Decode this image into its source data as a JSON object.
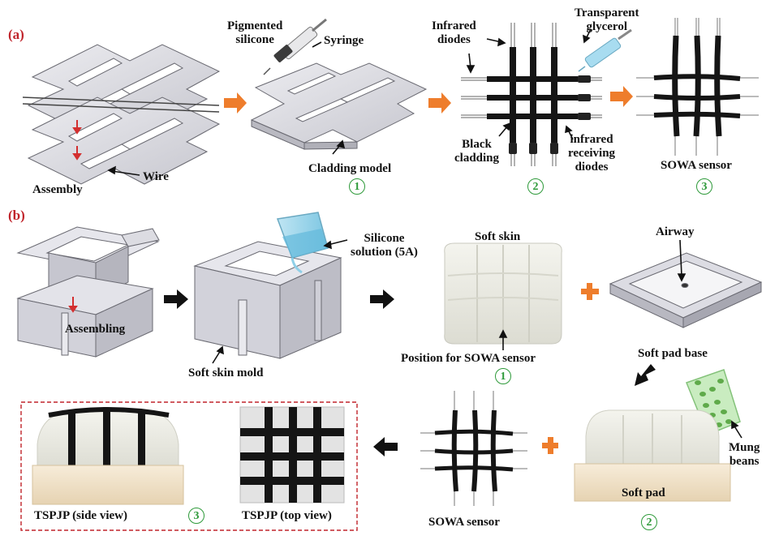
{
  "panels": {
    "a": "(a)",
    "b": "(b)"
  },
  "labels": {
    "assembly": "Assembly",
    "wire": "Wire",
    "pigmented_silicone": "Pigmented\nsilicone",
    "syringe": "Syringe",
    "cladding_model": "Cladding model",
    "infrared_diodes": "Infrared\ndiodes",
    "transparent_glycerol": "Transparent\nglycerol",
    "black_cladding": "Black\ncladding",
    "infrared_receiving_diodes": "infrared\nreceiving\ndiodes",
    "sowa_sensor_a": "SOWA sensor",
    "assembling": "Assembling",
    "silicone_solution": "Silicone\nsolution (5A)",
    "soft_skin_mold": "Soft skin mold",
    "soft_skin": "Soft skin",
    "position_sowa": "Position for SOWA sensor",
    "airway": "Airway",
    "soft_pad_base": "Soft pad base",
    "mung_beans": "Mung\nbeans",
    "soft_pad": "Soft pad",
    "sowa_sensor_b": "SOWA sensor",
    "tspjp_side": "TSPJP (side view)",
    "tspjp_top": "TSPJP (top view)"
  },
  "step_numbers": {
    "a1": "1",
    "a2": "2",
    "a3": "3",
    "b1": "1",
    "b2": "2",
    "b3": "3"
  },
  "colors": {
    "arrow_orange": "#ee7d2c",
    "panel_red": "#c0242b",
    "step_green": "#2e9a3a",
    "mold_gray": "#d8d8de",
    "cladding_black": "#151515"
  }
}
